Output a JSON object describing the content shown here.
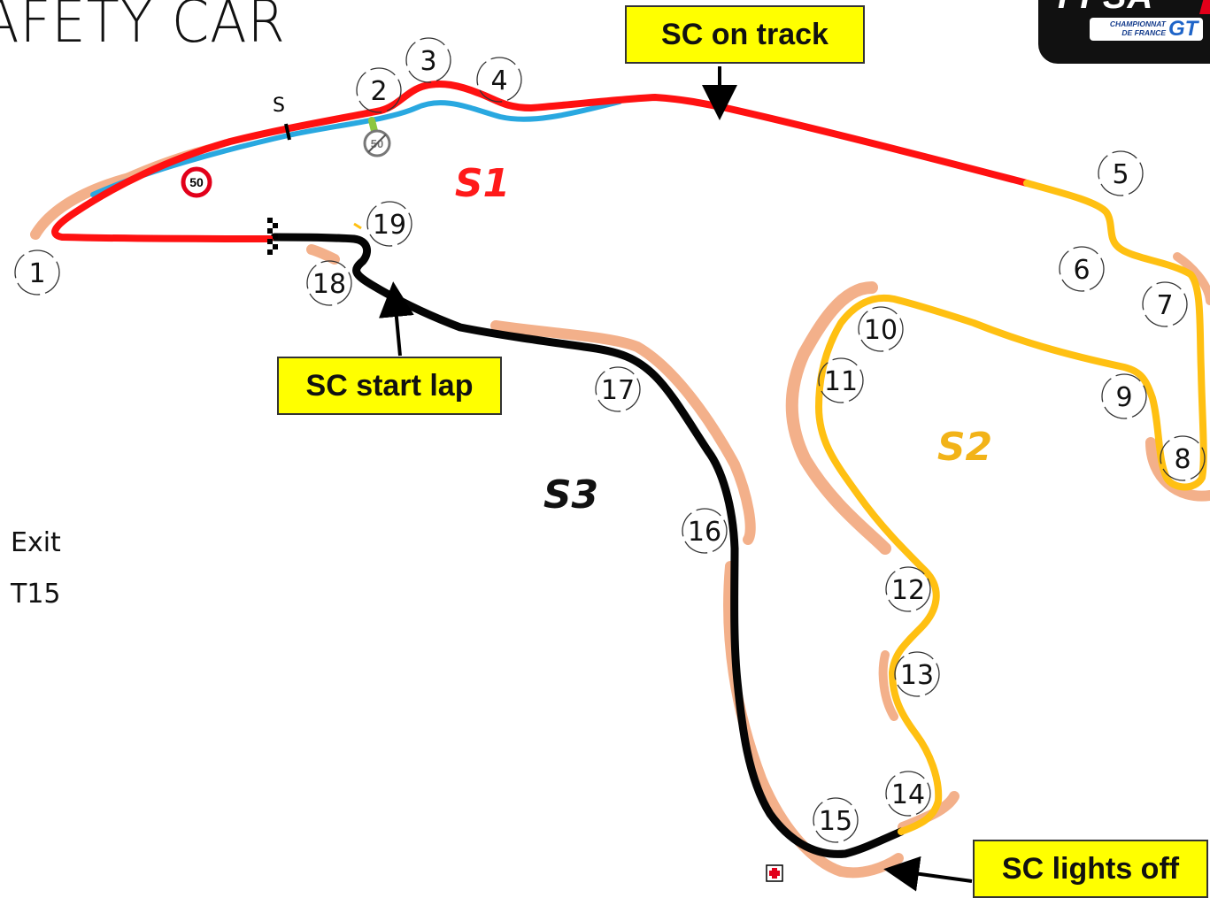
{
  "header": {
    "title": "AFETY CAR"
  },
  "logo": {
    "brand": "FFSA",
    "line1": "CHAMPIONNAT",
    "line2": "DE FRANCE",
    "series": "GT"
  },
  "callouts": {
    "sc_on_track": "SC on track",
    "sc_start_lap": "SC start lap",
    "sc_lights_off": "SC lights off"
  },
  "side_note": {
    "line1": "Exit",
    "line2": "T15"
  },
  "sectors": {
    "s1": {
      "label": "S1",
      "color": "#ff1a1a"
    },
    "s2": {
      "label": "S2",
      "color": "#f2b318"
    },
    "s3": {
      "label": "S3",
      "color": "#111111"
    }
  },
  "track": {
    "colors": {
      "sector1": "#ff1111",
      "sector2": "#ffc012",
      "sector3": "#050505",
      "pit_lane": "#29a8e0",
      "runoff": "#f3b08a"
    }
  },
  "speed_limit": {
    "value": "50"
  },
  "marker_s": "S",
  "turns": [
    "1",
    "2",
    "3",
    "4",
    "5",
    "6",
    "7",
    "8",
    "9",
    "10",
    "11",
    "12",
    "13",
    "14",
    "15",
    "16",
    "17",
    "18",
    "19"
  ]
}
